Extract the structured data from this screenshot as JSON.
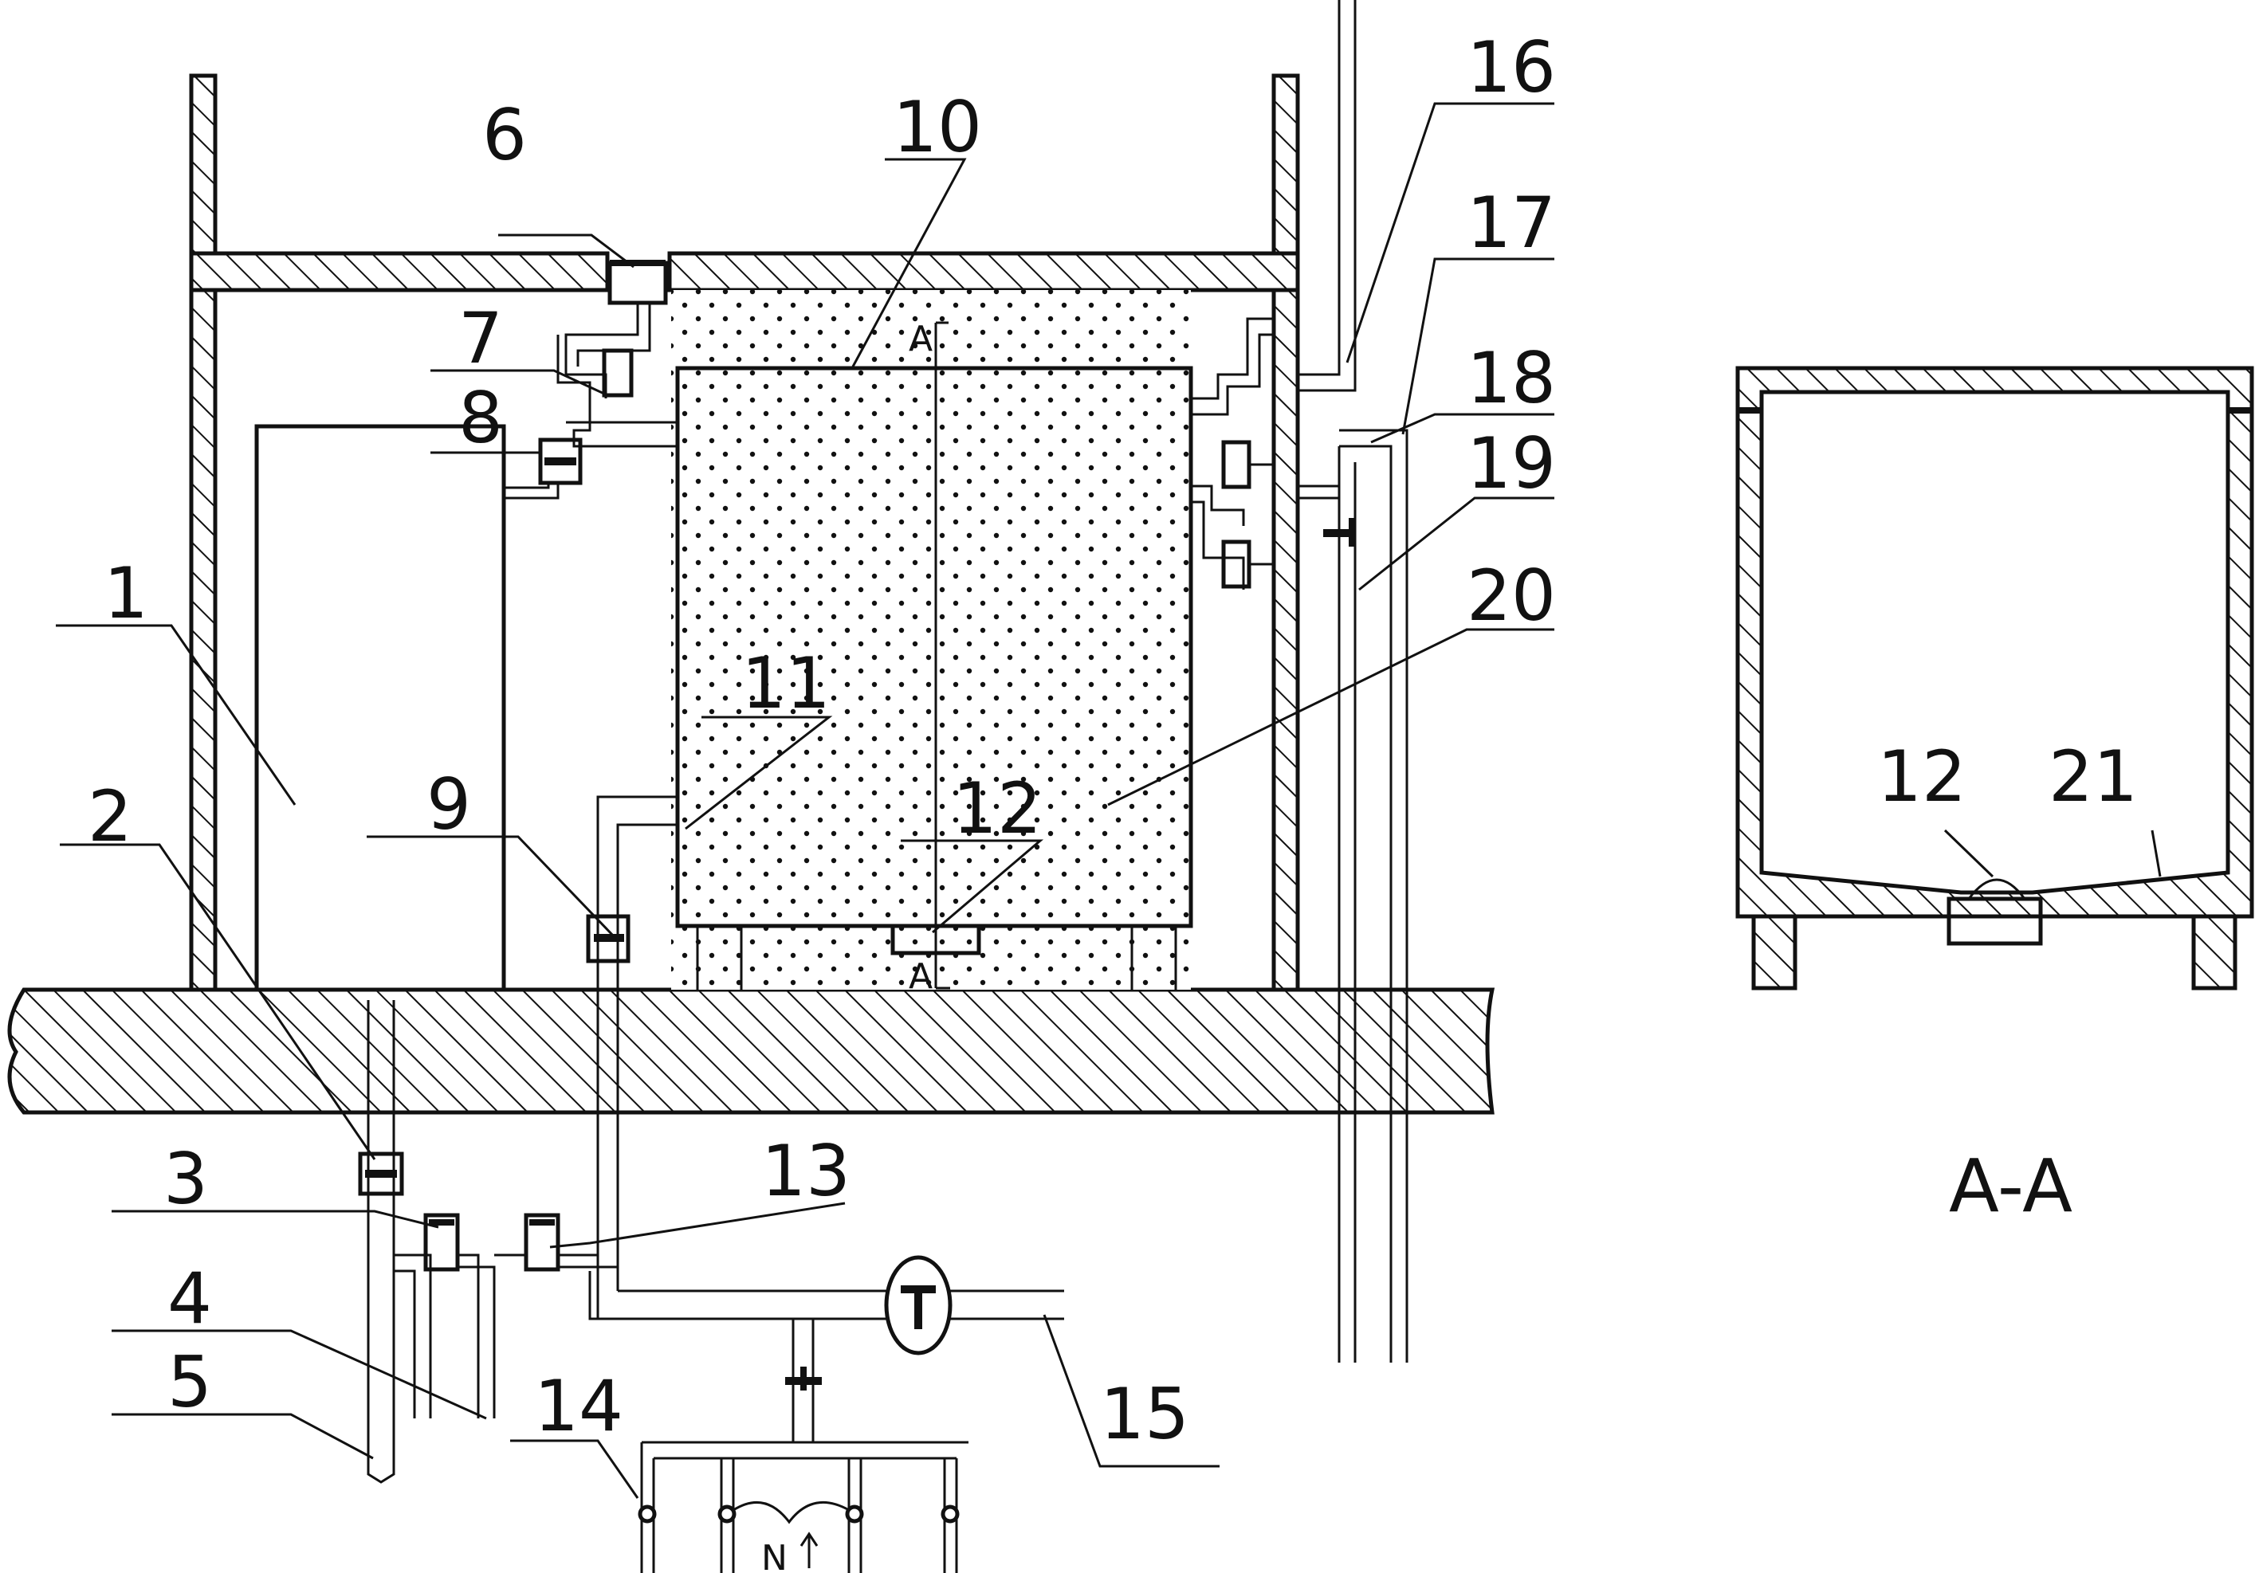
{
  "labels": {
    "n1": "1",
    "n2": "2",
    "n3": "3",
    "n4": "4",
    "n5": "5",
    "n6": "6",
    "n7": "7",
    "n8": "8",
    "n9": "9",
    "n10": "10",
    "n11": "11",
    "n12": "12",
    "n13": "13",
    "n14": "14",
    "n15": "15",
    "n16": "16",
    "n17": "17",
    "n18": "18",
    "n19": "19",
    "n20": "20",
    "n21": "21",
    "n12b": "12"
  },
  "section_marks": {
    "top": "A",
    "bottom": "A",
    "nitrogen": "N"
  },
  "section_view_title": "A-A"
}
